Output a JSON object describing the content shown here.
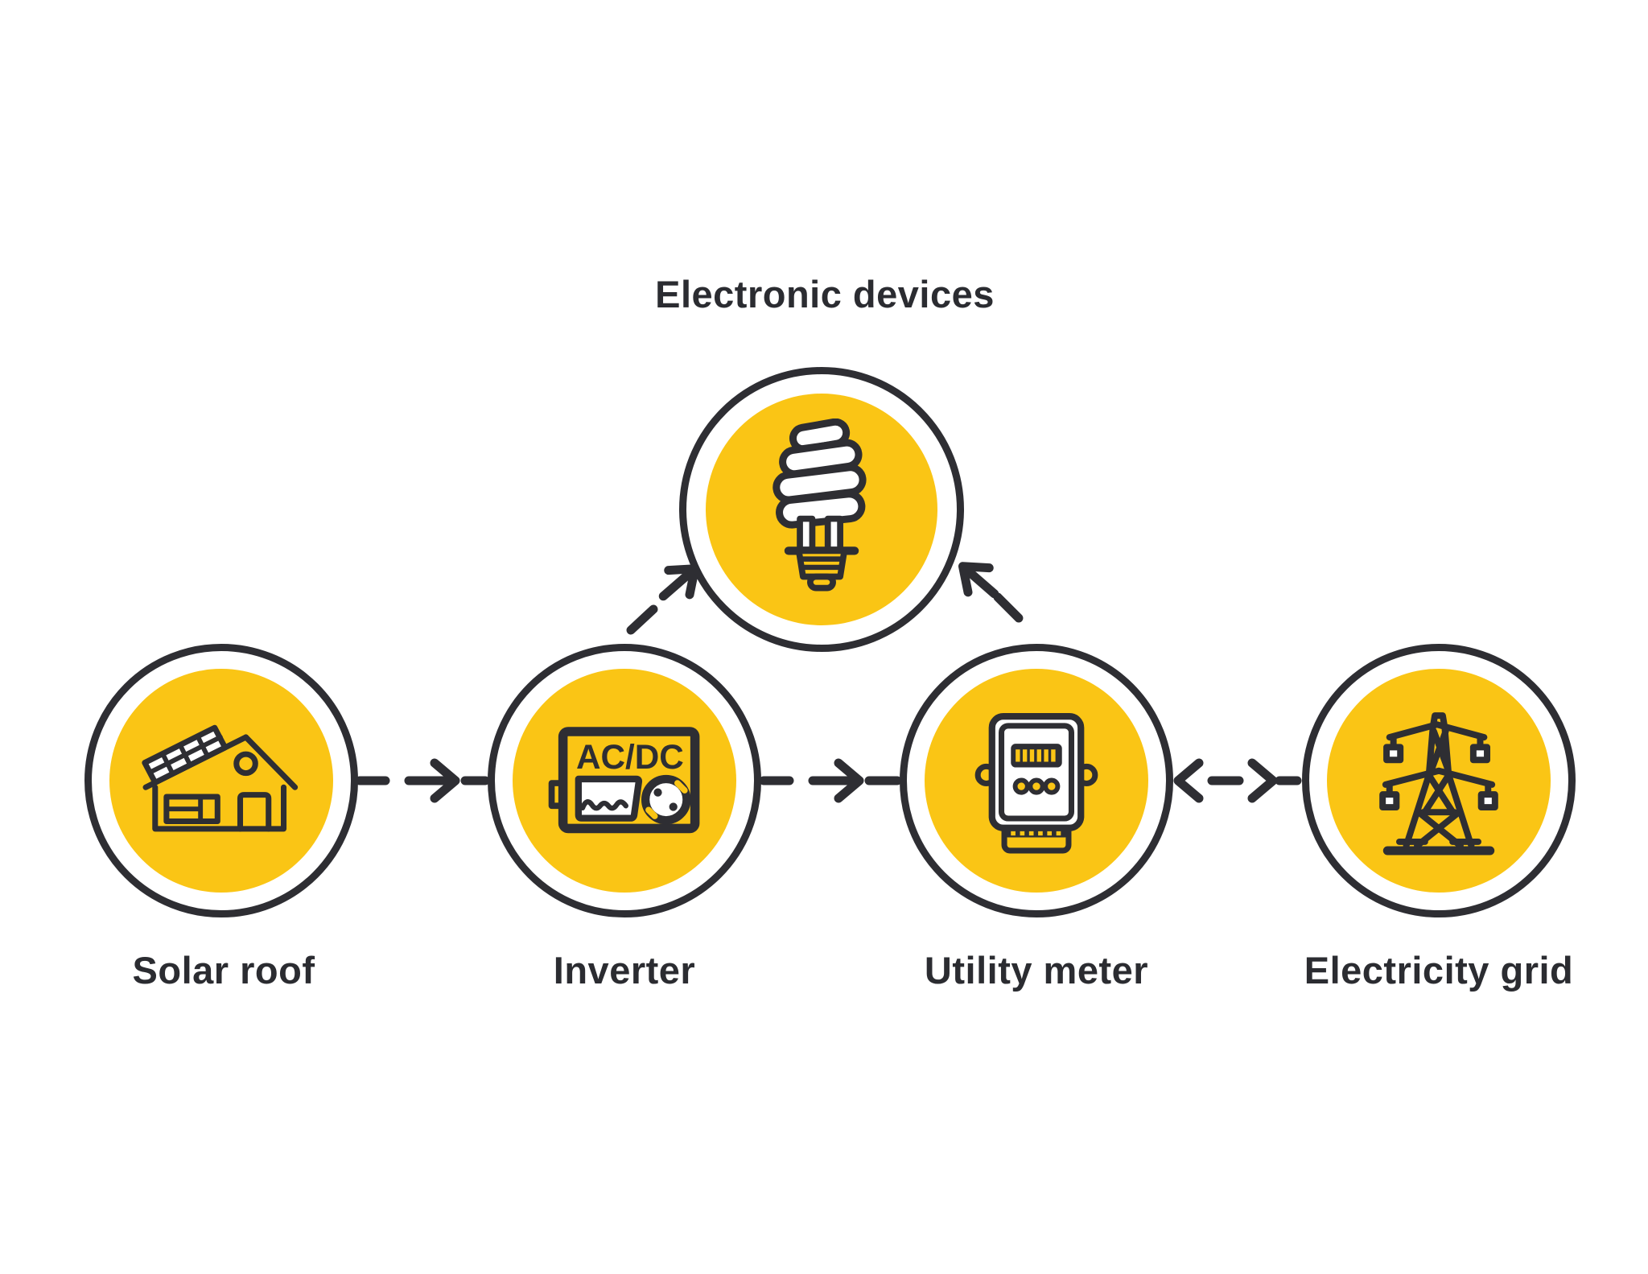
{
  "theme": {
    "accent": "#FAC515",
    "outline": "#2E2E33",
    "text": "#2B2C31",
    "bg": "#FFFFFF"
  },
  "diagram": {
    "top_node": {
      "label": "Electronic devices",
      "icon": "cfl-bulb-icon"
    },
    "bottom_nodes": [
      {
        "label": "Solar roof",
        "icon": "solar-house-icon"
      },
      {
        "label": "Inverter",
        "icon": "inverter-icon",
        "icon_text": "AC/DC"
      },
      {
        "label": "Utility meter",
        "icon": "utility-meter-icon"
      },
      {
        "label": "Electricity grid",
        "icon": "power-tower-icon"
      }
    ],
    "connections": [
      {
        "from": "Solar roof",
        "to": "Inverter",
        "style": "dashed",
        "direction": "one-way"
      },
      {
        "from": "Inverter",
        "to": "Utility meter",
        "style": "dashed",
        "direction": "one-way"
      },
      {
        "from": "Utility meter",
        "to": "Electricity grid",
        "style": "dashed",
        "direction": "two-way"
      },
      {
        "from": "Inverter",
        "to": "Electronic devices",
        "style": "dashed",
        "direction": "one-way"
      },
      {
        "from": "Utility meter",
        "to": "Electronic devices",
        "style": "dashed",
        "direction": "one-way"
      }
    ]
  }
}
